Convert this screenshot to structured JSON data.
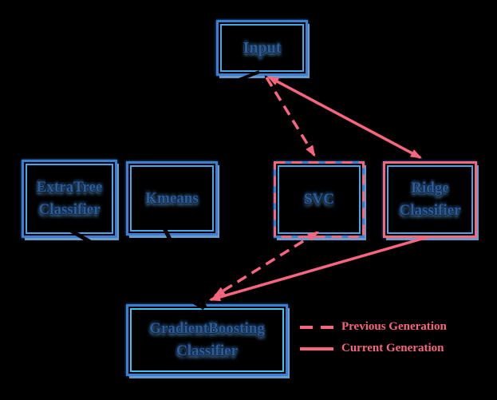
{
  "diagram": {
    "background_color": "#000000",
    "colors": {
      "node_border_outer": "#3b7ed3",
      "node_border_inner": "#46a6e8",
      "node_label": "#2f5c92",
      "generation_pink": "#f8657f"
    },
    "nodes": {
      "input": {
        "label": "Input"
      },
      "extratree": {
        "line1": "ExtraTree",
        "line2": "Classifier"
      },
      "kmeans": {
        "label": "Kmeans"
      },
      "svc": {
        "label": "SVC",
        "highlight": "previous-generation-dashed-pink"
      },
      "ridge": {
        "line1": "Ridge",
        "line2": "Classifier",
        "highlight": "current-generation-solid-pink"
      },
      "gradientboosting": {
        "line1": "GradientBoosting",
        "line2": "Classifier"
      }
    },
    "edges": [
      {
        "from": "Input",
        "to": "SVC",
        "generation": "previous",
        "style": "dashed"
      },
      {
        "from": "Input",
        "to": "Ridge Classifier",
        "generation": "current",
        "style": "solid"
      },
      {
        "from": "SVC",
        "to": "GradientBoosting Classifier",
        "generation": "previous",
        "style": "dashed"
      },
      {
        "from": "Ridge Classifier",
        "to": "GradientBoosting Classifier",
        "generation": "current",
        "style": "solid"
      }
    ],
    "legend": {
      "previous": "Previous Generation",
      "current": "Current Generation"
    }
  }
}
